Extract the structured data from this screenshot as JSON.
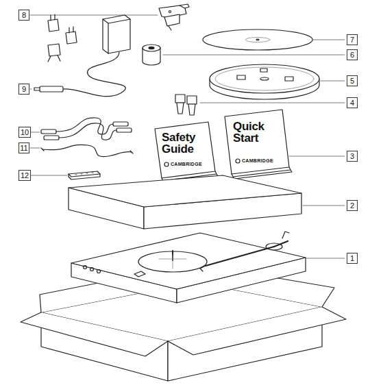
{
  "diagram": {
    "labels": [
      "8",
      "7",
      "6",
      "5",
      "4",
      "9",
      "10",
      "11",
      "3",
      "12",
      "2",
      "1",
      "Safety Guide",
      "CAMBRIDGE",
      "Quick Start",
      "CAMBRIDGE"
    ]
  }
}
